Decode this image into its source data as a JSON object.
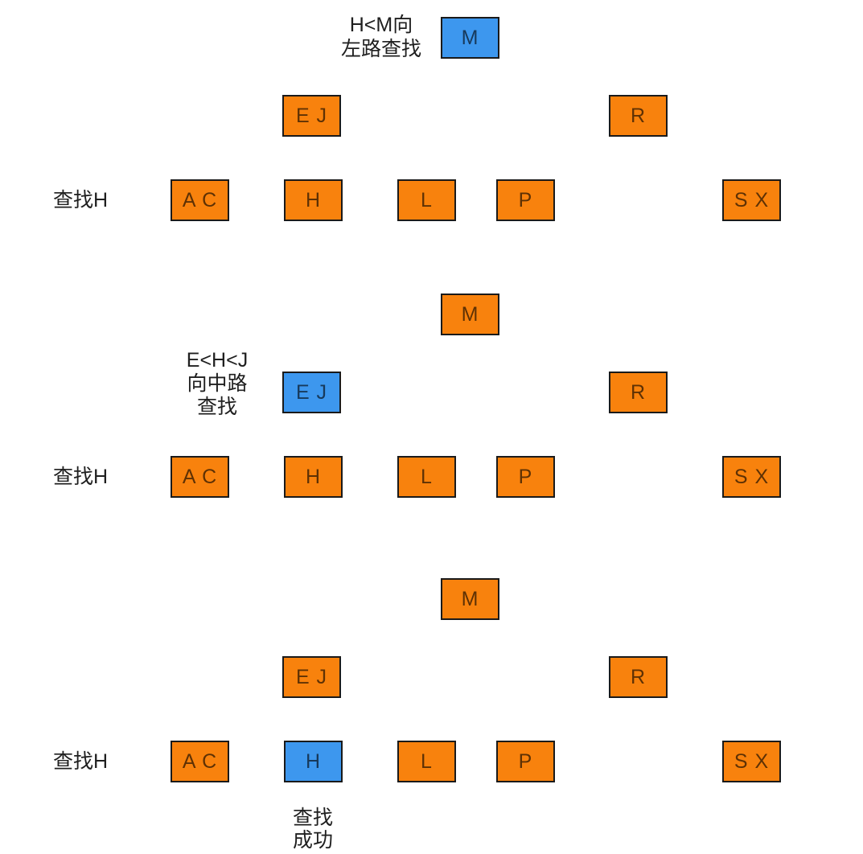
{
  "colors": {
    "node_orange": "#F8820D",
    "node_blue": "#3D97EE",
    "node_border": "#1A1A1A",
    "edge": "#1A1A1A",
    "text": "#1F1F1F"
  },
  "trees": [
    {
      "step_label": "查找H",
      "annotation": {
        "lines": [
          "H<M向",
          "左路查找"
        ]
      },
      "nodes": {
        "M": {
          "label": "M",
          "state": "blue"
        },
        "EJ": {
          "label": "E J",
          "state": "orange"
        },
        "R": {
          "label": "R",
          "state": "orange"
        },
        "AC": {
          "label": "A C",
          "state": "orange"
        },
        "H": {
          "label": "H",
          "state": "orange"
        },
        "L": {
          "label": "L",
          "state": "orange"
        },
        "P": {
          "label": "P",
          "state": "orange"
        },
        "SX": {
          "label": "S X",
          "state": "orange"
        }
      }
    },
    {
      "step_label": "查找H",
      "annotation": {
        "lines": [
          "E<H<J",
          "向中路",
          "查找"
        ]
      },
      "nodes": {
        "M": {
          "label": "M",
          "state": "orange"
        },
        "EJ": {
          "label": "E J",
          "state": "blue"
        },
        "R": {
          "label": "R",
          "state": "orange"
        },
        "AC": {
          "label": "A C",
          "state": "orange"
        },
        "H": {
          "label": "H",
          "state": "orange"
        },
        "L": {
          "label": "L",
          "state": "orange"
        },
        "P": {
          "label": "P",
          "state": "orange"
        },
        "SX": {
          "label": "S X",
          "state": "orange"
        }
      }
    },
    {
      "step_label": "查找H",
      "annotation": {
        "lines": [
          "查找",
          "成功"
        ]
      },
      "nodes": {
        "M": {
          "label": "M",
          "state": "orange"
        },
        "EJ": {
          "label": "E J",
          "state": "orange"
        },
        "R": {
          "label": "R",
          "state": "orange"
        },
        "AC": {
          "label": "A C",
          "state": "orange"
        },
        "H": {
          "label": "H",
          "state": "blue"
        },
        "L": {
          "label": "L",
          "state": "orange"
        },
        "P": {
          "label": "P",
          "state": "orange"
        },
        "SX": {
          "label": "S X",
          "state": "orange"
        }
      }
    }
  ]
}
